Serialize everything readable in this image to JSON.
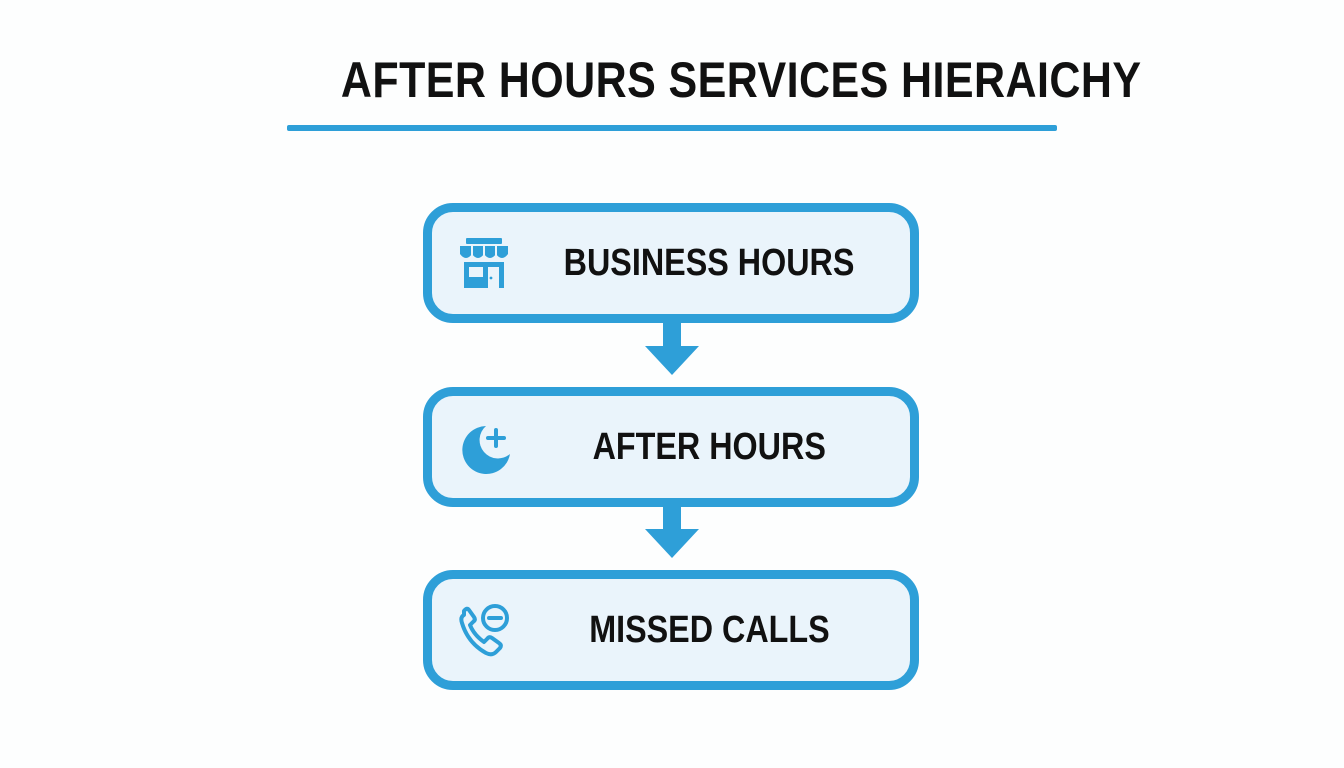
{
  "title": "AFTER HOURS SERVICES HIERAICHY",
  "colors": {
    "accent": "#2e9fd8",
    "box_fill": "#eaf4fb",
    "text": "#111111"
  },
  "nodes": [
    {
      "label": "BUSINESS HOURS",
      "icon": "storefront-icon"
    },
    {
      "label": "AFTER HOURS",
      "icon": "moon-plus-icon"
    },
    {
      "label": "MISSED CALLS",
      "icon": "phone-minus-icon"
    }
  ]
}
